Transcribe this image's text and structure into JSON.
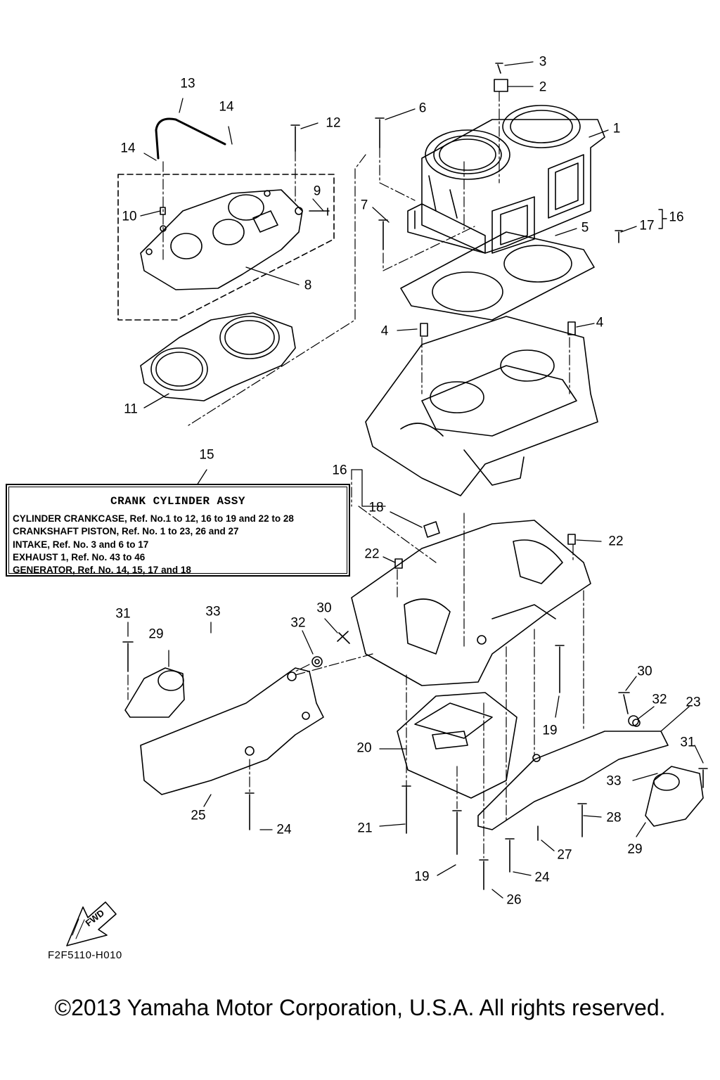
{
  "callouts": [
    "1",
    "2",
    "3",
    "4",
    "4",
    "5",
    "6",
    "7",
    "8",
    "9",
    "10",
    "11",
    "12",
    "13",
    "14",
    "14",
    "15",
    "16",
    "16",
    "17",
    "18",
    "19",
    "19",
    "20",
    "21",
    "22",
    "22",
    "23",
    "24",
    "24",
    "25",
    "26",
    "27",
    "28",
    "29",
    "29",
    "30",
    "30",
    "31",
    "31",
    "32",
    "32",
    "33",
    "33"
  ],
  "legend": {
    "title": "CRANK CYLINDER ASSY",
    "lines": [
      "CYLINDER CRANKCASE,  Ref. No.1 to 12, 16 to 19 and 22 to 28",
      "CRANKSHAFT PISTON, Ref. No. 1 to 23, 26 and 27",
      "INTAKE,  Ref. No. 3 and 6 to 17",
      "EXHAUST 1,  Ref. No. 43 to 46",
      "GENERATOR,  Ref. No. 14, 15, 17 and 18"
    ]
  },
  "fwd_label": "FWD",
  "figure_code": "F2F5110-H010",
  "copyright": "©2013 Yamaha Motor Corporation, U.S.A. All rights reserved."
}
